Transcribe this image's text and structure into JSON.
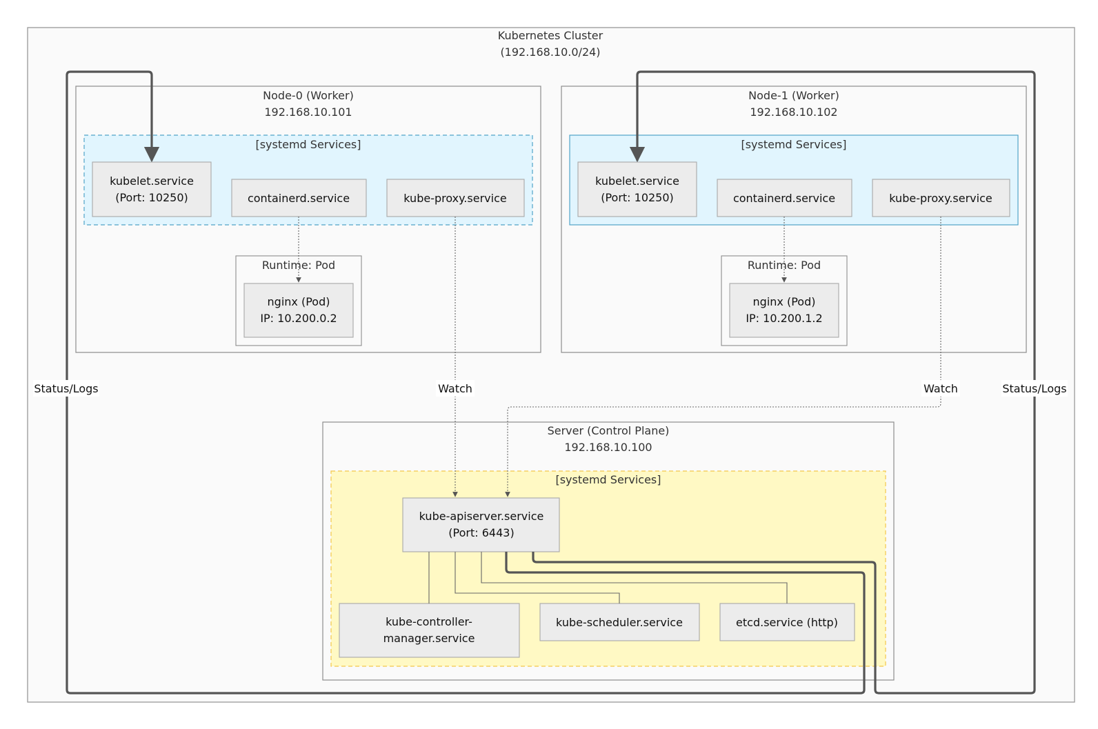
{
  "cluster": {
    "title": "Kubernetes Cluster",
    "subnet": "(192.168.10.0/24)"
  },
  "node0": {
    "title": "Node-0 (Worker)",
    "ip": "192.168.10.101",
    "group_label": "[systemd Services]",
    "kubelet": {
      "line1": "kubelet.service",
      "line2": "(Port: 10250)"
    },
    "containerd": "containerd.service",
    "kube_proxy": "kube-proxy.service",
    "runtime_label": "Runtime: Pod",
    "pod": {
      "line1": "nginx (Pod)",
      "line2": "IP: 10.200.0.2"
    }
  },
  "node1": {
    "title": "Node-1 (Worker)",
    "ip": "192.168.10.102",
    "group_label": "[systemd Services]",
    "kubelet": {
      "line1": "kubelet.service",
      "line2": "(Port: 10250)"
    },
    "containerd": "containerd.service",
    "kube_proxy": "kube-proxy.service",
    "runtime_label": "Runtime: Pod",
    "pod": {
      "line1": "nginx (Pod)",
      "line2": "IP: 10.200.1.2"
    }
  },
  "server": {
    "title": "Server (Control Plane)",
    "ip": "192.168.10.100",
    "group_label": "[systemd Services]",
    "apiserver": {
      "line1": "kube-apiserver.service",
      "line2": "(Port: 6443)"
    },
    "controller": {
      "line1": "kube-controller-",
      "line2": "manager.service"
    },
    "scheduler": "kube-scheduler.service",
    "etcd": "etcd.service (http)"
  },
  "edges": {
    "status_left": "Status/Logs",
    "watch_left": "Watch",
    "watch_right": "Watch",
    "status_right": "Status/Logs"
  },
  "colors": {
    "worker_group_fill": "#e1f5fe",
    "control_group_fill": "#fff9c4",
    "service_box_fill": "#ececec"
  }
}
